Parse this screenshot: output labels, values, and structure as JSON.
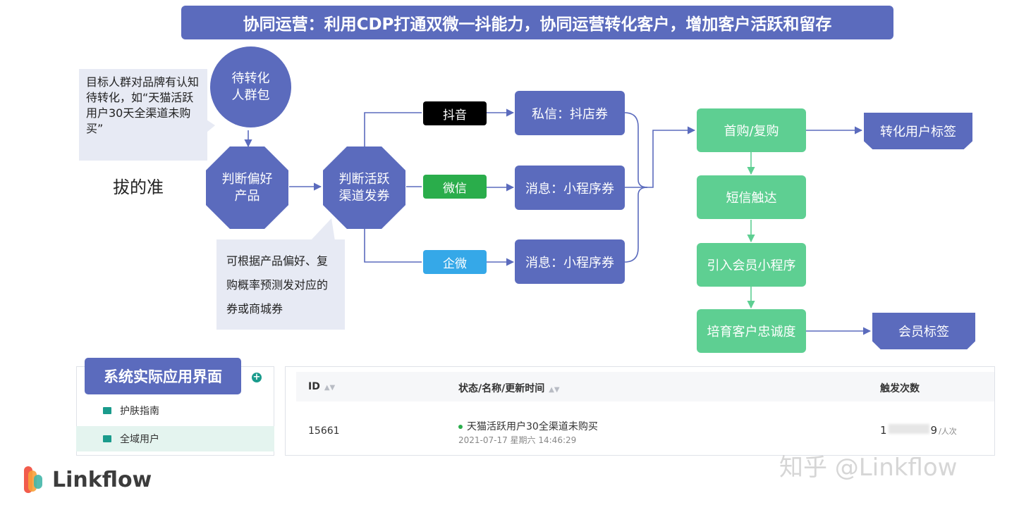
{
  "title": "协同运营：利用CDP打通双微一抖能力，协同运营转化客户，增加客户活跃和留存",
  "note_top": "目标人群对品牌有认知待转化，如“天猫活跃用户30天全渠道未购买”",
  "note_bottom": "可根据产品偏好、复购概率预测发对应的券或商城券",
  "stray_text": "拔的准",
  "nodes": {
    "pending": "待转化人群包",
    "judge_pref": "判断偏好产品",
    "judge_channel": "判断活跃渠道发券",
    "douyin": "抖音",
    "wechat": "微信",
    "qiwei": "企微",
    "msg1": "私信：抖店券",
    "msg2": "消息：小程序券",
    "msg3": "消息：小程序券",
    "first_buy": "首购/复购",
    "sms": "短信触达",
    "mini": "引入会员小程序",
    "loyalty": "培育客户忠诚度",
    "tag_convert": "转化用户标签",
    "tag_member": "会员标签"
  },
  "colors": {
    "primary": "#5b6bbd",
    "green": "#5ecf92",
    "douyin": "#000000",
    "wechat": "#2aad4b",
    "qiwei": "#35a8e8"
  },
  "system_ui": {
    "label": "系统实际应用界面",
    "add_icon": "plus-icon",
    "sidebar": [
      {
        "label": "护肤指南",
        "active": false
      },
      {
        "label": "全域用户",
        "active": true
      }
    ],
    "table": {
      "headers": {
        "id": "ID",
        "status": "状态/名称/更新时间",
        "count": "触发次数"
      },
      "row": {
        "id": "15661",
        "name": "天猫活跃用户30全渠道未购买",
        "time": "2021-07-17 星期六 14:46:29",
        "count_prefix": "1",
        "count_suffix": "9",
        "count_unit": "/人次"
      }
    }
  },
  "brand": "Linkflow",
  "watermark": "知乎 @Linkflow"
}
